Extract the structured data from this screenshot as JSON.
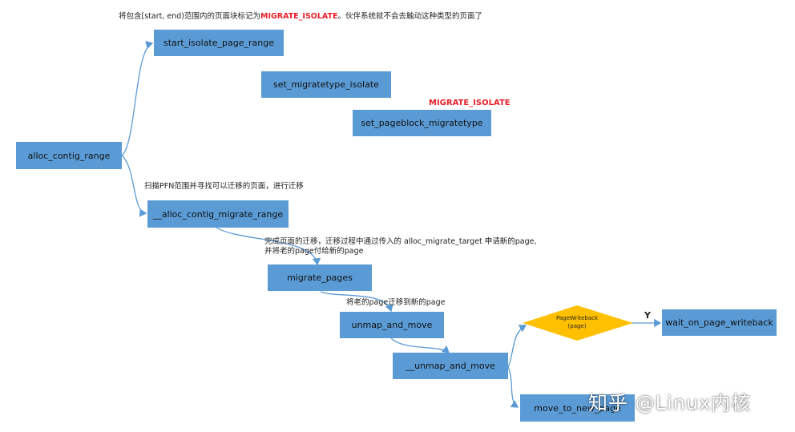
{
  "notes": {
    "top_prefix": "将包含[start, end)范围内的页面块标记为",
    "top_highlight": "MIGRATE_ISOLATE",
    "top_suffix": "。伙伴系统就不会去触动这种类型的页面了",
    "migrate_isolate_label": "MIGRATE_ISOLATE",
    "scan_note": "扫描PFN范围并寻找可以迁移的页面，进行迁移",
    "migrate_note_line1": "完成页面的迁移，迁移过程中通过传入的 alloc_migrate_target 申请新的page,",
    "migrate_note_line2": "并将老的page付给新的page",
    "move_note": "将老的page迁移到新的page"
  },
  "nodes": {
    "alloc_contig_range": "alloc_contig_range",
    "start_isolate_page_range": "start_isolate_page_range",
    "set_migratetype_isolate": "set_migratetype_isolate",
    "set_pageblock_migratetype": "set_pageblock_migratetype",
    "alloc_contig_migrate_range": "__alloc_contig_migrate_range",
    "migrate_pages": "migrate_pages",
    "unmap_and_move": "unmap_and_move",
    "unmap_and_move_inner": "__unmap_and_move",
    "decision_line1": "PageWriteback",
    "decision_line2": "(page)",
    "wait_on_page_writeback": "wait_on_page_writeback",
    "move_to_new_page": "move_to_new_page"
  },
  "edge_labels": {
    "yes": "Y"
  },
  "watermark": "知乎 @Linux内核",
  "colors": {
    "box": "#5b9bd5",
    "arrow": "#5b9bd5",
    "decision": "#ffc000",
    "highlight": "#e8202a"
  }
}
